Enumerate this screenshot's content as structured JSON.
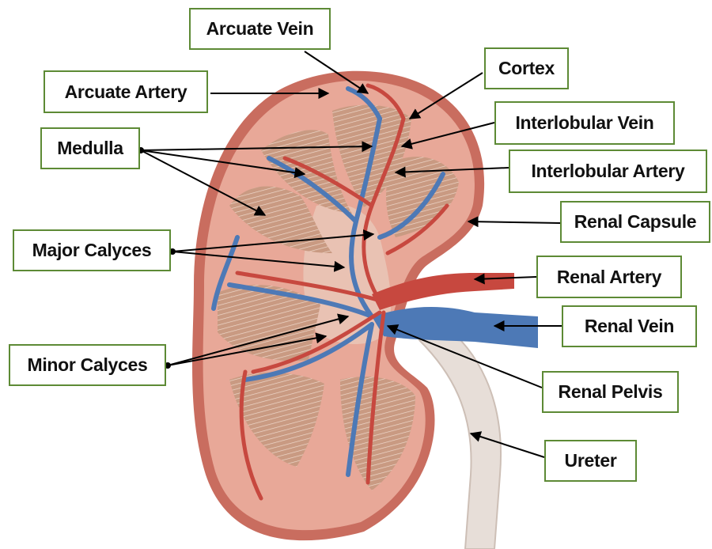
{
  "diagram": {
    "labels": {
      "arcuate_vein": "Arcuate Vein",
      "cortex": "Cortex",
      "arcuate_artery": "Arcuate Artery",
      "interlobular_vein": "Interlobular Vein",
      "medulla": "Medulla",
      "interlobular_artery": "Interlobular Artery",
      "renal_capsule": "Renal Capsule",
      "major_calyces": "Major Calyces",
      "renal_artery": "Renal Artery",
      "renal_vein": "Renal Vein",
      "minor_calyces": "Minor Calyces",
      "renal_pelvis": "Renal Pelvis",
      "ureter": "Ureter"
    },
    "colors": {
      "label_border": "#5d8a35",
      "cortex": "#e8a898",
      "capsule": "#c96d5f",
      "medulla": "#c99a82",
      "artery": "#c7483f",
      "vein": "#4d79b6",
      "ureter": "#e7ded8",
      "leader_line": "#000000"
    }
  }
}
